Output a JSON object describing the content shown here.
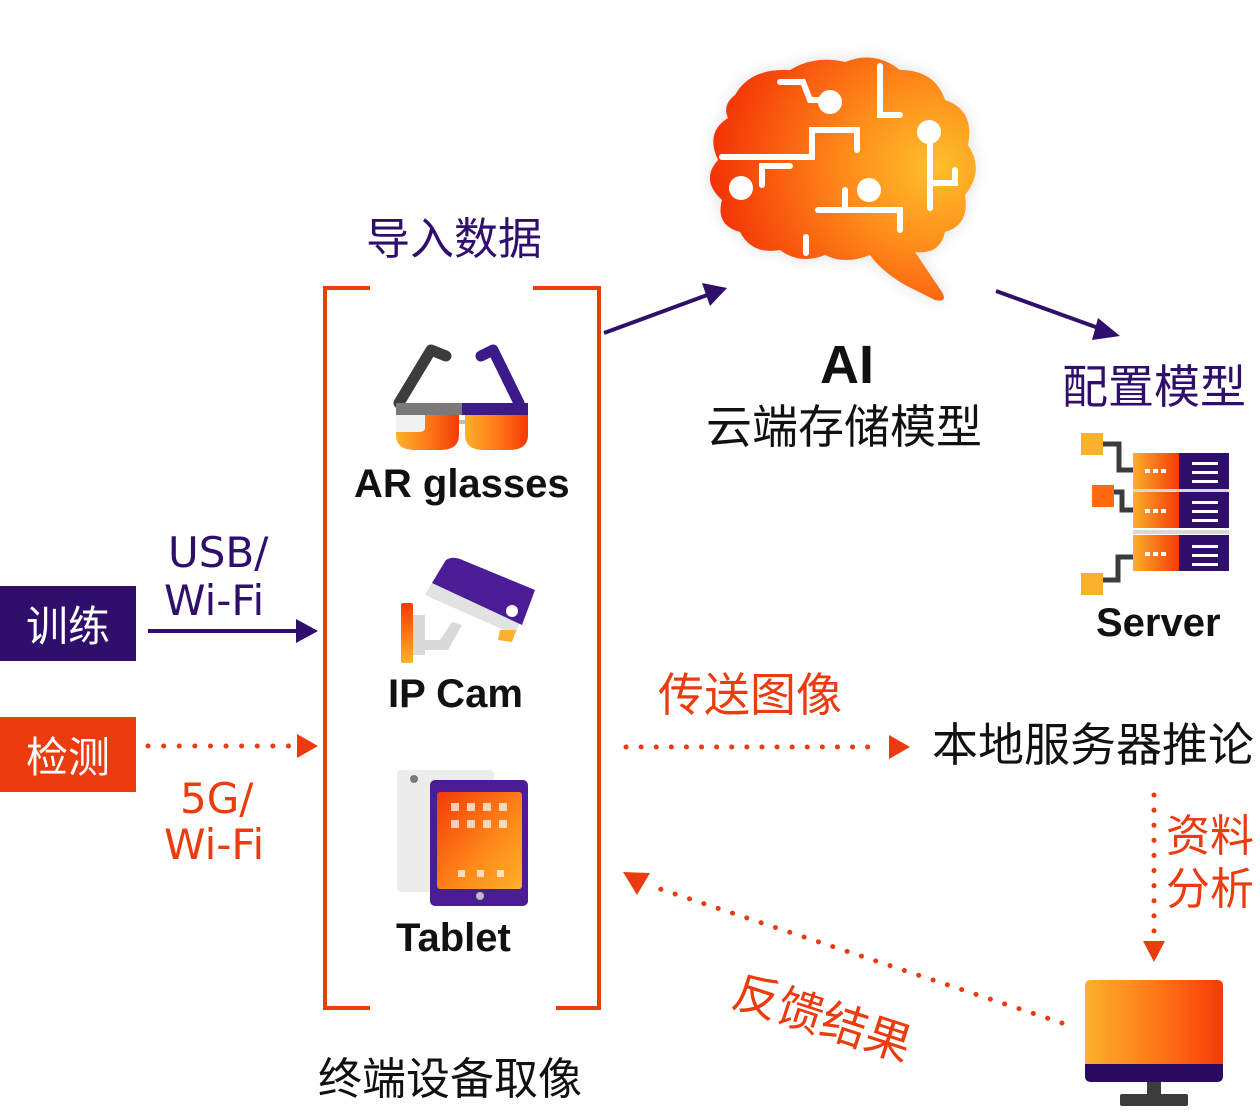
{
  "colors": {
    "purple": "#2f0f6b",
    "orange_red": "#ea3c0e",
    "orange": "#ff8a1a",
    "yellow": "#fbb12b",
    "dark_gray": "#3c3c3c",
    "light_gray": "#e4e4e4"
  },
  "left_modes": {
    "training": {
      "label": "训练",
      "connection": [
        "USB/",
        "Wi-Fi"
      ],
      "line_style": "solid"
    },
    "detection": {
      "label": "检测",
      "connection": [
        "5G/",
        "Wi-Fi"
      ],
      "line_style": "dotted"
    }
  },
  "devices_group": {
    "title_top": "导入数据",
    "title_bottom": "终端设备取像",
    "devices": [
      {
        "icon": "ar-glasses-icon",
        "label": "AR glasses"
      },
      {
        "icon": "ip-camera-icon",
        "label": "IP Cam"
      },
      {
        "icon": "tablet-icon",
        "label": "Tablet"
      }
    ]
  },
  "cloud": {
    "icon": "ai-brain-icon",
    "title": "AI",
    "subtitle": "云端存储模型"
  },
  "deploy": {
    "label": "配置模型",
    "server_label": "Server",
    "icon": "server-rack-icon"
  },
  "local_flow": {
    "send_label": "传送图像",
    "inference_label": "本地服务器推论",
    "analysis_label": [
      "资料",
      "分析"
    ],
    "feedback_label": "反馈结果",
    "monitor_icon": "monitor-icon"
  }
}
